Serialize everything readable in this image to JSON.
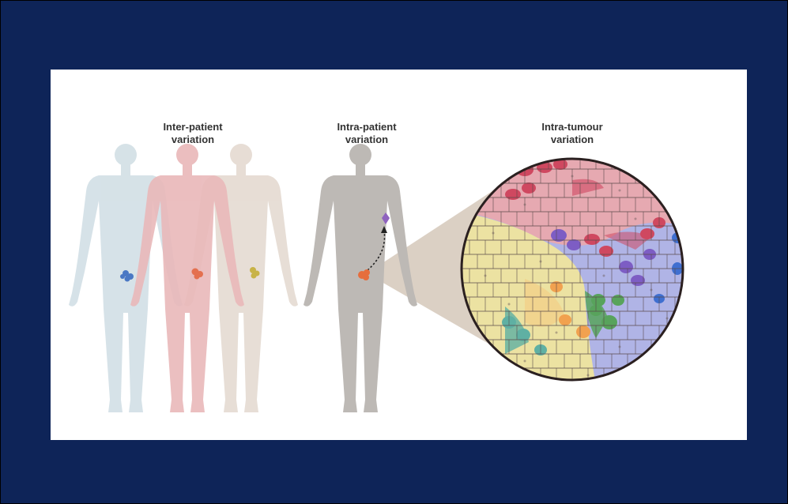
{
  "labels": {
    "inter_patient": [
      "Inter-patient",
      "variation"
    ],
    "intra_patient": [
      "Intra-patient",
      "variation"
    ],
    "intra_tumour": [
      "Intra-tumour",
      "variation"
    ]
  },
  "colors": {
    "slide_background": "#0e2458",
    "panel_background": "#ffffff",
    "body_blue": "#d3e0e6",
    "body_pink": "#e9b8b9",
    "body_beige": "#e5dbd2",
    "body_grey": "#bdb9b5",
    "tumour_blue": "#4a78c4",
    "tumour_red": "#e4704f",
    "tumour_yellow": "#c8b347",
    "tumour_orange": "#e66e3d",
    "metastasis_purple": "#8f63bf",
    "cone": "#cfc0b0",
    "cells_pink": "#e6a9b1",
    "cells_yellow": "#ece2a2",
    "cells_lavender": "#b0b4e6",
    "cells_red": "#cf4860",
    "cells_purple": "#7d5dc4",
    "cells_green": "#58a35c",
    "cells_teal": "#5fb0a3",
    "cells_orange": "#f1a14f",
    "cells_dark_blue": "#3f6fd0"
  },
  "icons": [
    "human-body-silhouette",
    "tumour-mark",
    "metastasis-arrow",
    "magnification-cone",
    "cell-mosaic-circle"
  ]
}
